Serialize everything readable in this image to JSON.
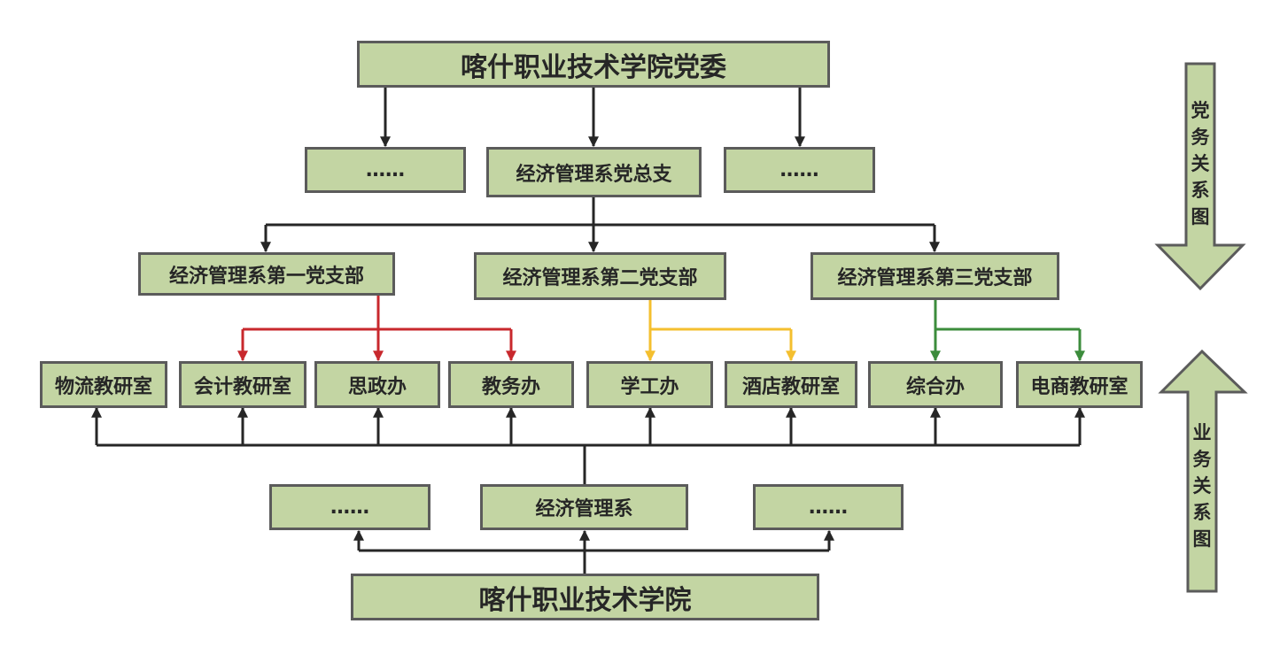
{
  "party_side": {
    "top_committee": "喀什职业技术学院党委",
    "general_branches": [
      "……",
      "经济管理系党总支",
      "……"
    ],
    "branches": [
      "经济管理系第一党支部",
      "经济管理系第二党支部",
      "经济管理系第三党支部"
    ]
  },
  "offices": [
    "物流教研室",
    "会计教研室",
    "思政办",
    "教务办",
    "学工办",
    "酒店教研室",
    "综合办",
    "电商教研室"
  ],
  "business_side": {
    "departments": [
      "……",
      "经济管理系",
      "……"
    ],
    "college": "喀什职业技术学院"
  },
  "legend": {
    "party_relation": "党务关系图",
    "business_relation": "业务关系图"
  },
  "colors": {
    "box_fill": "#c3d5a3",
    "box_border": "#5b5b5b",
    "line_dark": "#262626",
    "branch1_red": "#c8282d",
    "branch2_yellow": "#f4bf2f",
    "branch3_green": "#3c8c3c"
  }
}
